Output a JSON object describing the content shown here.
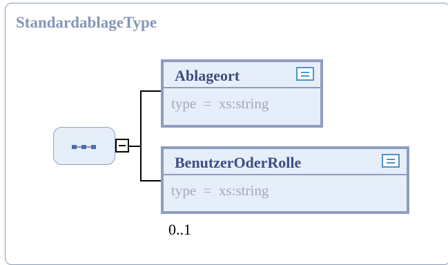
{
  "complex_type": {
    "name": "StandardablageType"
  },
  "compositor": {
    "kind": "sequence",
    "icon": "sequence-icon",
    "toggle_icon": "collapse-minus-icon"
  },
  "elements": [
    {
      "name": "Ablageort",
      "type_label": "type  =  xs:string",
      "doc_icon": "documentation-icon"
    },
    {
      "name": "BenutzerOderRolle",
      "type_label": "type  =  xs:string",
      "doc_icon": "documentation-icon",
      "occurrence": "0..1"
    }
  ],
  "colors": {
    "frame_border": "#8a9bb5",
    "title": "#8596b8",
    "element_border": "#8e9cc0",
    "element_fill": "#e6eef9",
    "element_name": "#3d4d80",
    "type_text": "#a3a9b8",
    "doc_icon": "#4b94c8"
  }
}
